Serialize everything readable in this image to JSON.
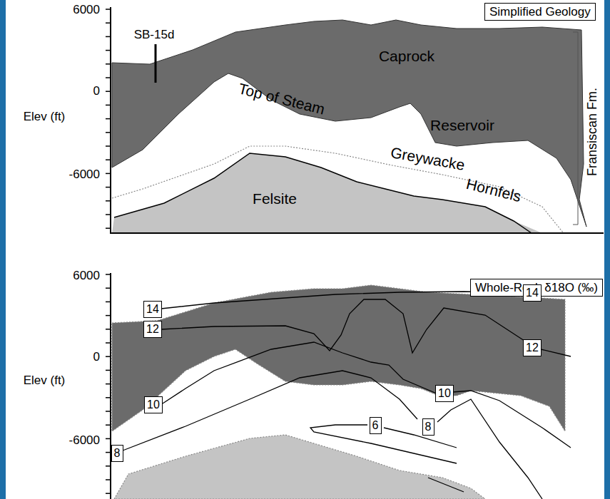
{
  "diagram": {
    "nodes": [
      {
        "text": [
          "Simplified Geology"
        ]
      },
      {
        "text": [
          "Whole-Rock δ18O (‰)"
        ]
      },
      {
        "text": [
          "14"
        ]
      },
      {
        "text": [
          "12"
        ]
      },
      {
        "text": [
          "10"
        ]
      },
      {
        "text": [
          "8"
        ]
      },
      {
        "text": [
          "6"
        ]
      },
      {
        "text": [
          "8"
        ]
      },
      {
        "text": [
          "10"
        ]
      },
      {
        "text": [
          "14"
        ]
      },
      {
        "text": [
          "12"
        ]
      }
    ],
    "labels": [
      "6000",
      "0",
      "Elev (ft)",
      "-6000",
      "SB-15d",
      "Caprock",
      "Top of Steam",
      "Reservoir",
      "Greywacke",
      "Hornfels",
      "Felsite",
      "Fransiscan Fm.",
      "6000",
      "0",
      "Elev (ft)",
      "-6000"
    ]
  }
}
